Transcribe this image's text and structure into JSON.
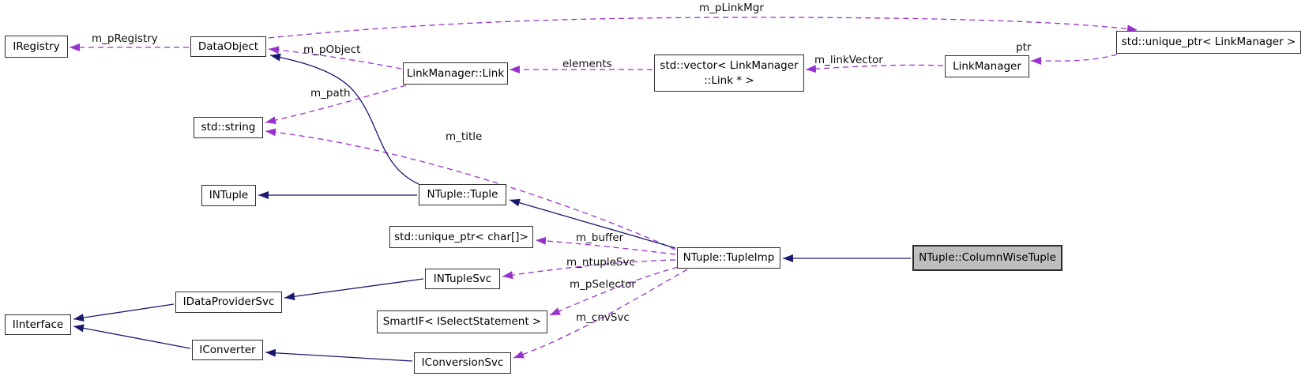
{
  "diagram": {
    "type": "collaboration-graph",
    "highlighted_node": "NTuple::ColumnWiseTuple",
    "colors": {
      "usage_edge": "#9932CC",
      "inheritance_edge": "#191970",
      "highlight_fill": "#BFBFBF",
      "node_fill": "#FFFFFF",
      "node_border": "#2F2F2F",
      "background": "#FFFFFF"
    },
    "nodes": {
      "iregistry": "IRegistry",
      "dataobject": "DataObject",
      "linkmanager_link": "LinkManager::Link",
      "vector_link": "std::vector< LinkManager\n::Link * >",
      "linkmanager": "LinkManager",
      "unique_ptr_linkmanager": "std::unique_ptr< LinkManager >",
      "std_string": "std::string",
      "intuple": "INTuple",
      "tuple": "NTuple::Tuple",
      "unique_ptr_char": "std::unique_ptr< char[]>",
      "tupleimp": "NTuple::TupleImp",
      "columnwisetuple": "NTuple::ColumnWiseTuple",
      "intuplesvc": "INTupleSvc",
      "idataprovidersvc": "IDataProviderSvc",
      "iinterface": "IInterface",
      "smartif": "SmartIF< ISelectStatement >",
      "iconverter": "IConverter",
      "iconversionsvc": "IConversionSvc"
    },
    "edge_labels": {
      "m_pregistry": "m_pRegistry",
      "m_pobject": "m_pObject",
      "m_plinkmgr": "m_pLinkMgr",
      "elements": "elements",
      "m_linkvector": "m_linkVector",
      "ptr": "ptr",
      "m_path": "m_path",
      "m_title": "m_title",
      "m_buffer": "m_buffer",
      "m_ntuplesvc": "m_ntupleSvc",
      "m_pselector": "m_pSelector",
      "m_cnvsvc": "m_cnvSvc"
    },
    "relationships": [
      {
        "from": "NTuple::ColumnWiseTuple",
        "to": "NTuple::TupleImp",
        "type": "inheritance"
      },
      {
        "from": "NTuple::TupleImp",
        "to": "NTuple::Tuple",
        "type": "inheritance"
      },
      {
        "from": "NTuple::Tuple",
        "to": "INTuple",
        "type": "inheritance"
      },
      {
        "from": "NTuple::Tuple",
        "to": "DataObject",
        "type": "inheritance"
      },
      {
        "from": "INTupleSvc",
        "to": "IDataProviderSvc",
        "type": "inheritance"
      },
      {
        "from": "IDataProviderSvc",
        "to": "IInterface",
        "type": "inheritance"
      },
      {
        "from": "IConverter",
        "to": "IInterface",
        "type": "inheritance"
      },
      {
        "from": "IConversionSvc",
        "to": "IConverter",
        "type": "inheritance"
      },
      {
        "from": "DataObject",
        "to": "IRegistry",
        "type": "usage",
        "label": "m_pRegistry"
      },
      {
        "from": "DataObject",
        "to": "std::unique_ptr< LinkManager >",
        "type": "usage",
        "label": "m_pLinkMgr"
      },
      {
        "from": "LinkManager::Link",
        "to": "DataObject",
        "type": "usage",
        "label": "m_pObject"
      },
      {
        "from": "LinkManager::Link",
        "to": "std::string",
        "type": "usage",
        "label": "m_path"
      },
      {
        "from": "std::vector< LinkManager::Link * >",
        "to": "LinkManager::Link",
        "type": "usage",
        "label": "elements"
      },
      {
        "from": "LinkManager",
        "to": "std::vector< LinkManager::Link * >",
        "type": "usage",
        "label": "m_linkVector"
      },
      {
        "from": "std::unique_ptr< LinkManager >",
        "to": "LinkManager",
        "type": "usage",
        "label": "ptr"
      },
      {
        "from": "NTuple::TupleImp",
        "to": "std::string",
        "type": "usage",
        "label": "m_title"
      },
      {
        "from": "NTuple::TupleImp",
        "to": "std::unique_ptr< char[]>",
        "type": "usage",
        "label": "m_buffer"
      },
      {
        "from": "NTuple::TupleImp",
        "to": "INTupleSvc",
        "type": "usage",
        "label": "m_ntupleSvc"
      },
      {
        "from": "NTuple::TupleImp",
        "to": "SmartIF< ISelectStatement >",
        "type": "usage",
        "label": "m_pSelector"
      },
      {
        "from": "NTuple::TupleImp",
        "to": "IConversionSvc",
        "type": "usage",
        "label": "m_cnvSvc"
      }
    ]
  }
}
